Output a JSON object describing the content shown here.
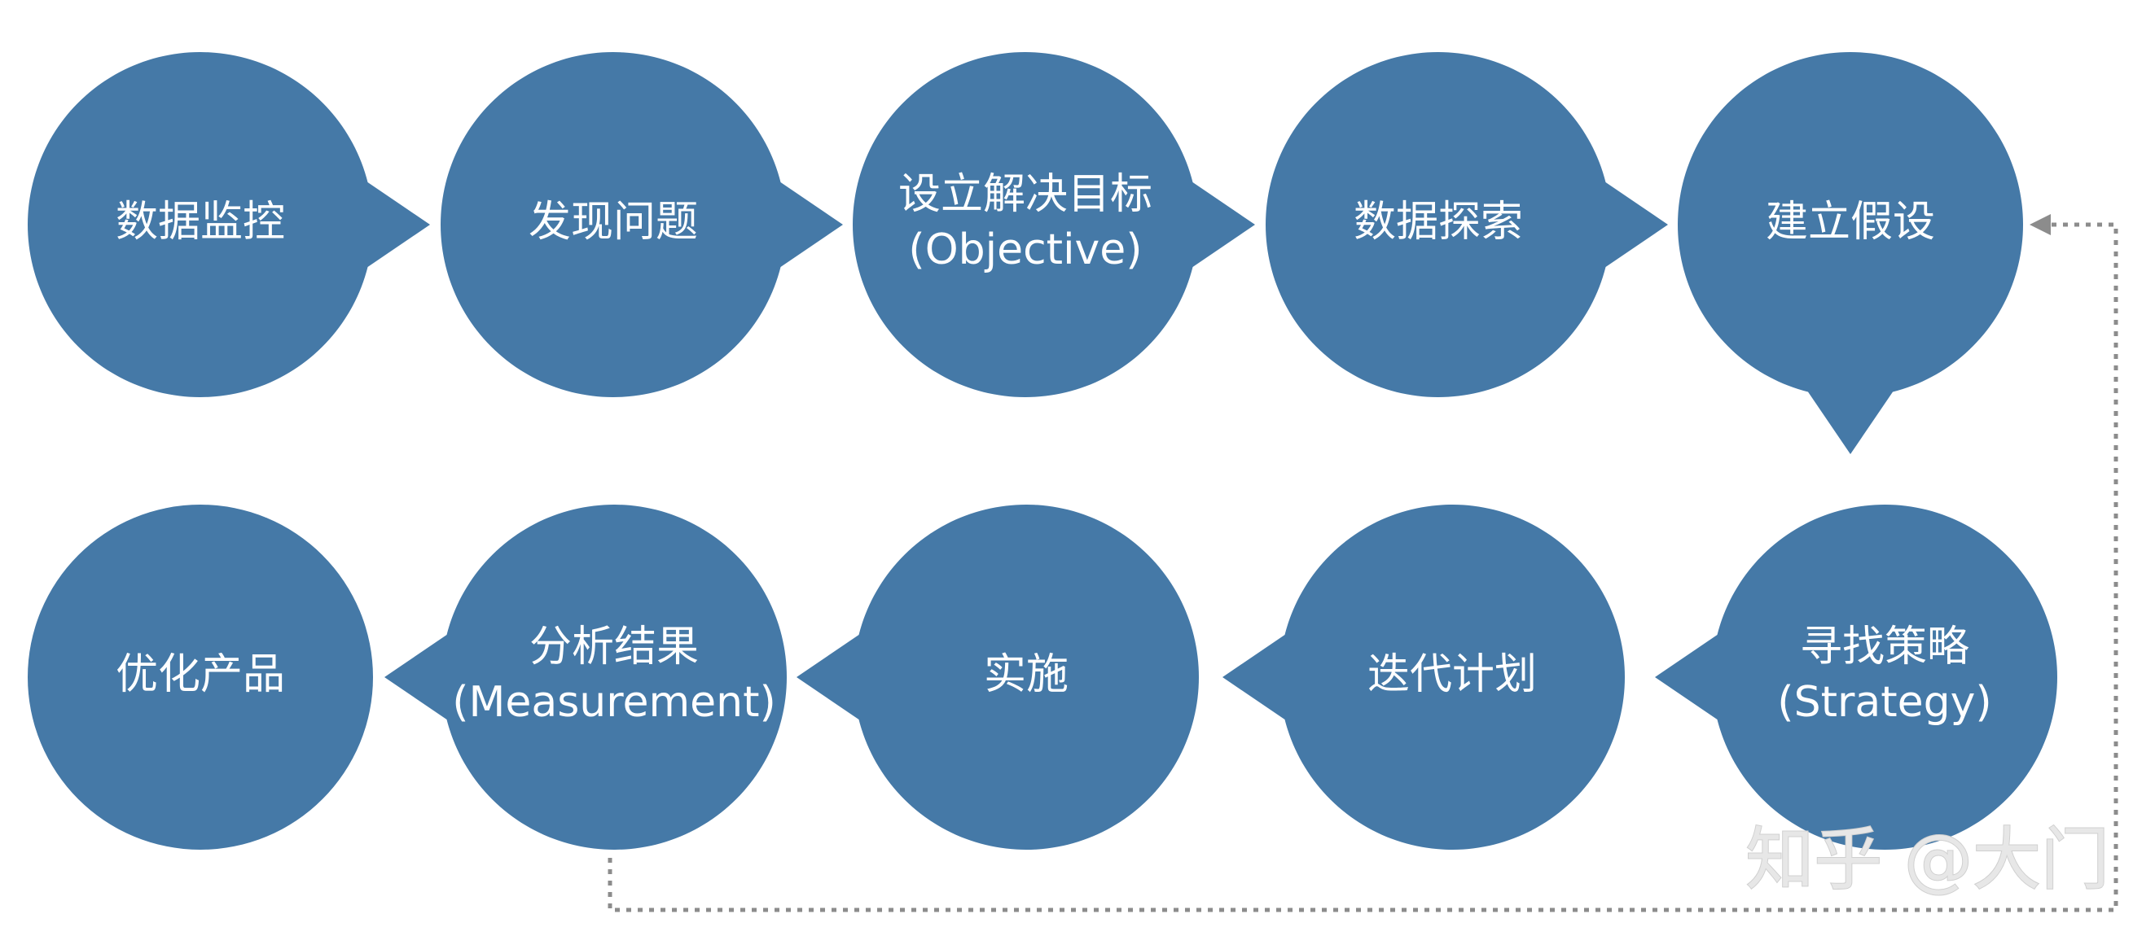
{
  "flow": {
    "steps": [
      {
        "lines": [
          "数据监控"
        ]
      },
      {
        "lines": [
          "发现问题"
        ]
      },
      {
        "lines": [
          "设立解决目标",
          "(Objective)"
        ]
      },
      {
        "lines": [
          "数据探索"
        ]
      },
      {
        "lines": [
          "建立假设"
        ]
      },
      {
        "lines": [
          "寻找策略",
          "(Strategy)"
        ]
      },
      {
        "lines": [
          "迭代计划"
        ]
      },
      {
        "lines": [
          "实施"
        ]
      },
      {
        "lines": [
          "分析结果",
          "(Measurement)"
        ]
      },
      {
        "lines": [
          "优化产品"
        ]
      }
    ],
    "loop": {
      "from_step": 9,
      "to_step": 5
    }
  },
  "style": {
    "bubble_color": "#4579a7",
    "text_color": "#ffffff",
    "loop_color": "#8c8c8c"
  },
  "watermark": {
    "text": "知乎 @大门"
  }
}
